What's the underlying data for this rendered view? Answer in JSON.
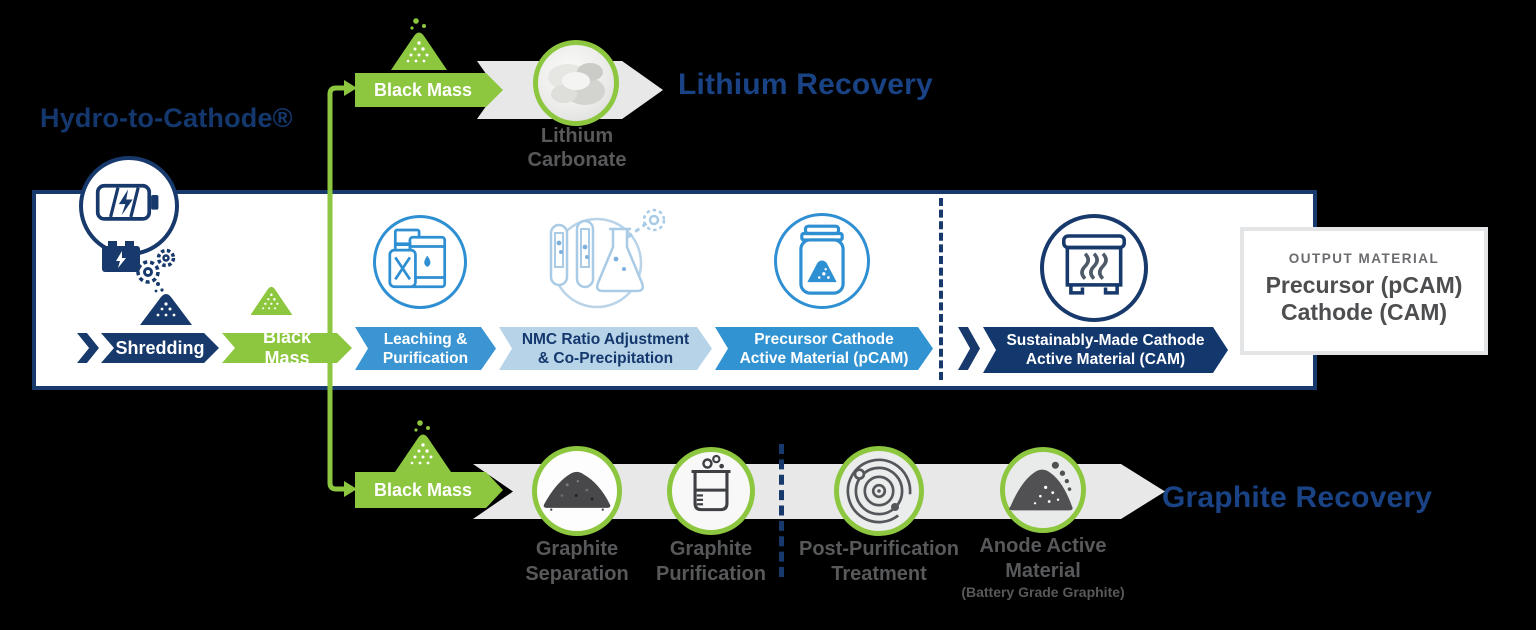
{
  "title": "Hydro-to-Cathode®",
  "colors": {
    "green": "#8DC63F",
    "navy": "#17396B",
    "dark_navy": "#12386E",
    "medium_blue": "#3A95D2",
    "bright_blue": "#3193D1",
    "light_blue": "#B7D3E7",
    "gray_arrow": "#E8E8E9",
    "gray_text": "#58595B",
    "recovery_title_blue": "#1A4385"
  },
  "top_branch": {
    "black_mass": "Black Mass",
    "material_label": "Lithium\nCarbonate",
    "recovery_title": "Lithium Recovery"
  },
  "main_flow": {
    "steps": [
      {
        "label": "Shredding"
      },
      {
        "label": "Black Mass"
      },
      {
        "label": "Leaching &\nPurification"
      },
      {
        "label": "NMC Ratio Adjustment\n& Co-Precipitation"
      },
      {
        "label": "Precursor Cathode\nActive Material (pCAM)"
      },
      {
        "label": "Sustainably-Made Cathode\nActive Material (CAM)"
      }
    ],
    "output_box": {
      "heading": "OUTPUT MATERIAL",
      "line1": "Precursor (pCAM)",
      "line2": "Cathode (CAM)"
    }
  },
  "bottom_branch": {
    "black_mass": "Black Mass",
    "stations": [
      {
        "label": "Graphite\nSeparation"
      },
      {
        "label": "Graphite\nPurification"
      },
      {
        "label": "Post-Purification\nTreatment"
      },
      {
        "label": "Anode Active\nMaterial",
        "sublabel": "(Battery Grade Graphite)"
      }
    ],
    "recovery_title": "Graphite Recovery"
  }
}
